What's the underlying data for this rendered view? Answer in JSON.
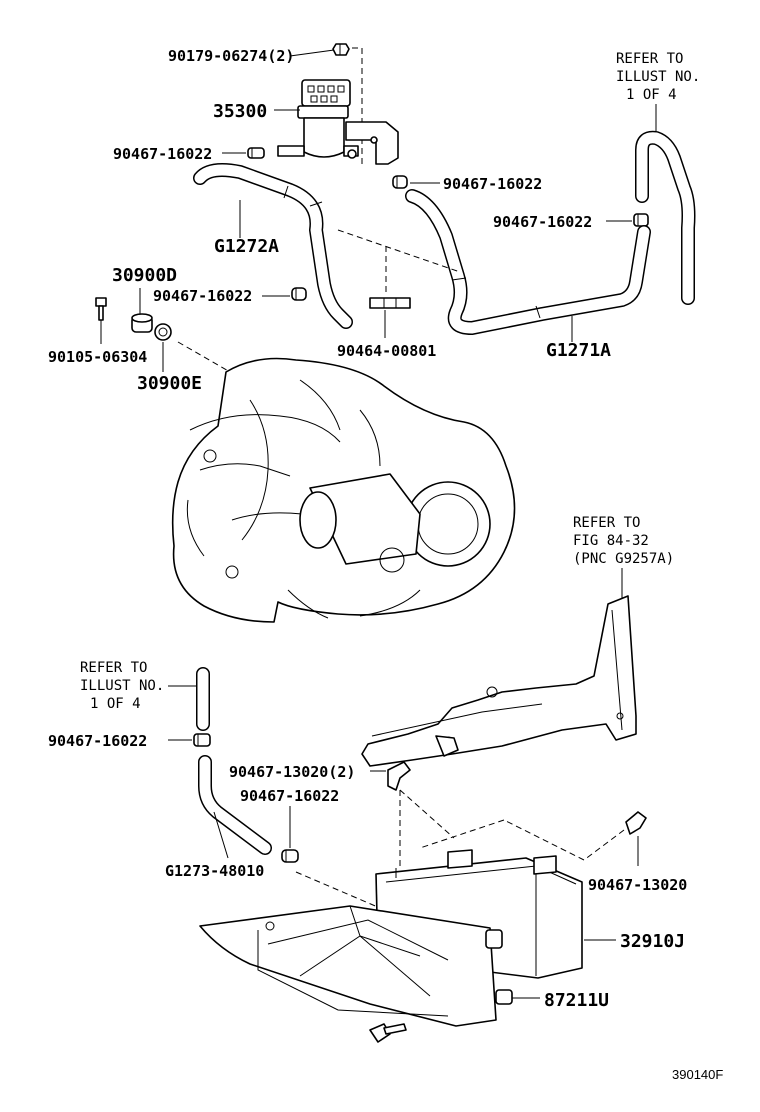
{
  "labels": {
    "p90179": "90179-06274(2)",
    "p35300": "35300",
    "p90467_a": "90467-16022",
    "p90467_b": "90467-16022",
    "p90467_c": "90467-16022",
    "p90467_d": "90467-16022",
    "p90467_e": "90467-16022",
    "p90467_f": "90467-16022",
    "pG1272A": "G1272A",
    "p30900D": "30900D",
    "p90105": "90105-06304",
    "p30900E": "30900E",
    "p90464": "90464-00801",
    "pG1271A": "G1271A",
    "p90467_13020_2": "90467-13020(2)",
    "pG1273": "G1273-48010",
    "p90467_13020": "90467-13020",
    "p32910J": "32910J",
    "p87211U": "87211U"
  },
  "notes": {
    "refer_illust_top": [
      "REFER TO",
      "ILLUST NO.",
      "1 OF 4"
    ],
    "refer_fig": [
      "REFER TO",
      "FIG 84-32",
      "(PNC G9257A)"
    ],
    "refer_illust_bottom": [
      "REFER TO",
      "ILLUST NO.",
      "1 OF 4"
    ]
  },
  "footer": {
    "code": "390140F"
  }
}
